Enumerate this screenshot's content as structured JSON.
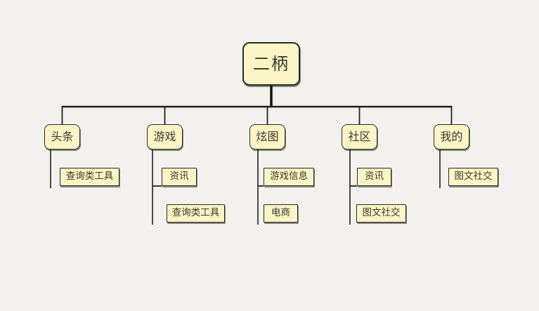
{
  "diagram": {
    "type": "org-chart-tree",
    "colors": {
      "background": "#f2f1ed",
      "node_fill": "#fbf5c6",
      "node_border": "#2b2922",
      "connector": "#1d1c18",
      "text": "#3b3a2f"
    },
    "tree": {
      "root": {
        "label": "二柄"
      },
      "branches": [
        {
          "label": "头条",
          "children": [
            "查询类工具"
          ]
        },
        {
          "label": "游戏",
          "children": [
            "资讯",
            "查询类工具"
          ]
        },
        {
          "label": "炫图",
          "children": [
            "游戏信息",
            "电商"
          ]
        },
        {
          "label": "社区",
          "children": [
            "资讯",
            "图文社交"
          ]
        },
        {
          "label": "我的",
          "children": [
            "图文社交"
          ]
        }
      ]
    }
  }
}
